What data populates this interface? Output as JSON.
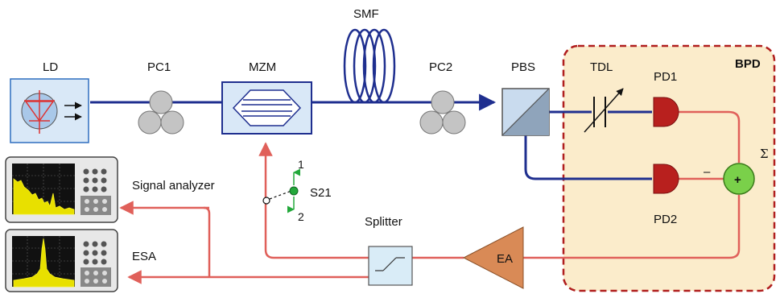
{
  "labels": {
    "ld": "LD",
    "pc1": "PC1",
    "mzm": "MZM",
    "smf": "SMF",
    "pc2": "PC2",
    "pbs": "PBS",
    "tdl": "TDL",
    "pd1": "PD1",
    "pd2": "PD2",
    "bpd": "BPD",
    "sum_symbol": "Σ",
    "plus": "+",
    "minus": "–",
    "ea": "EA",
    "splitter": "Splitter",
    "signal_analyzer": "Signal analyzer",
    "esa": "ESA",
    "s21": "S21",
    "switch_pos_1": "1",
    "switch_pos_2": "2"
  },
  "colors": {
    "optical_path": "#1f2f8f",
    "electrical_path": "#e0605a",
    "bpd_fill": "#fbeccb",
    "bpd_border": "#b01e1e",
    "pd_fill": "#b8201e",
    "sum_fill": "#7ad04a",
    "ea_fill": "#d98a56",
    "component_fill": "#d9e8f7",
    "pc_fill": "#c4c4c4",
    "switch_green": "#22a83a"
  }
}
